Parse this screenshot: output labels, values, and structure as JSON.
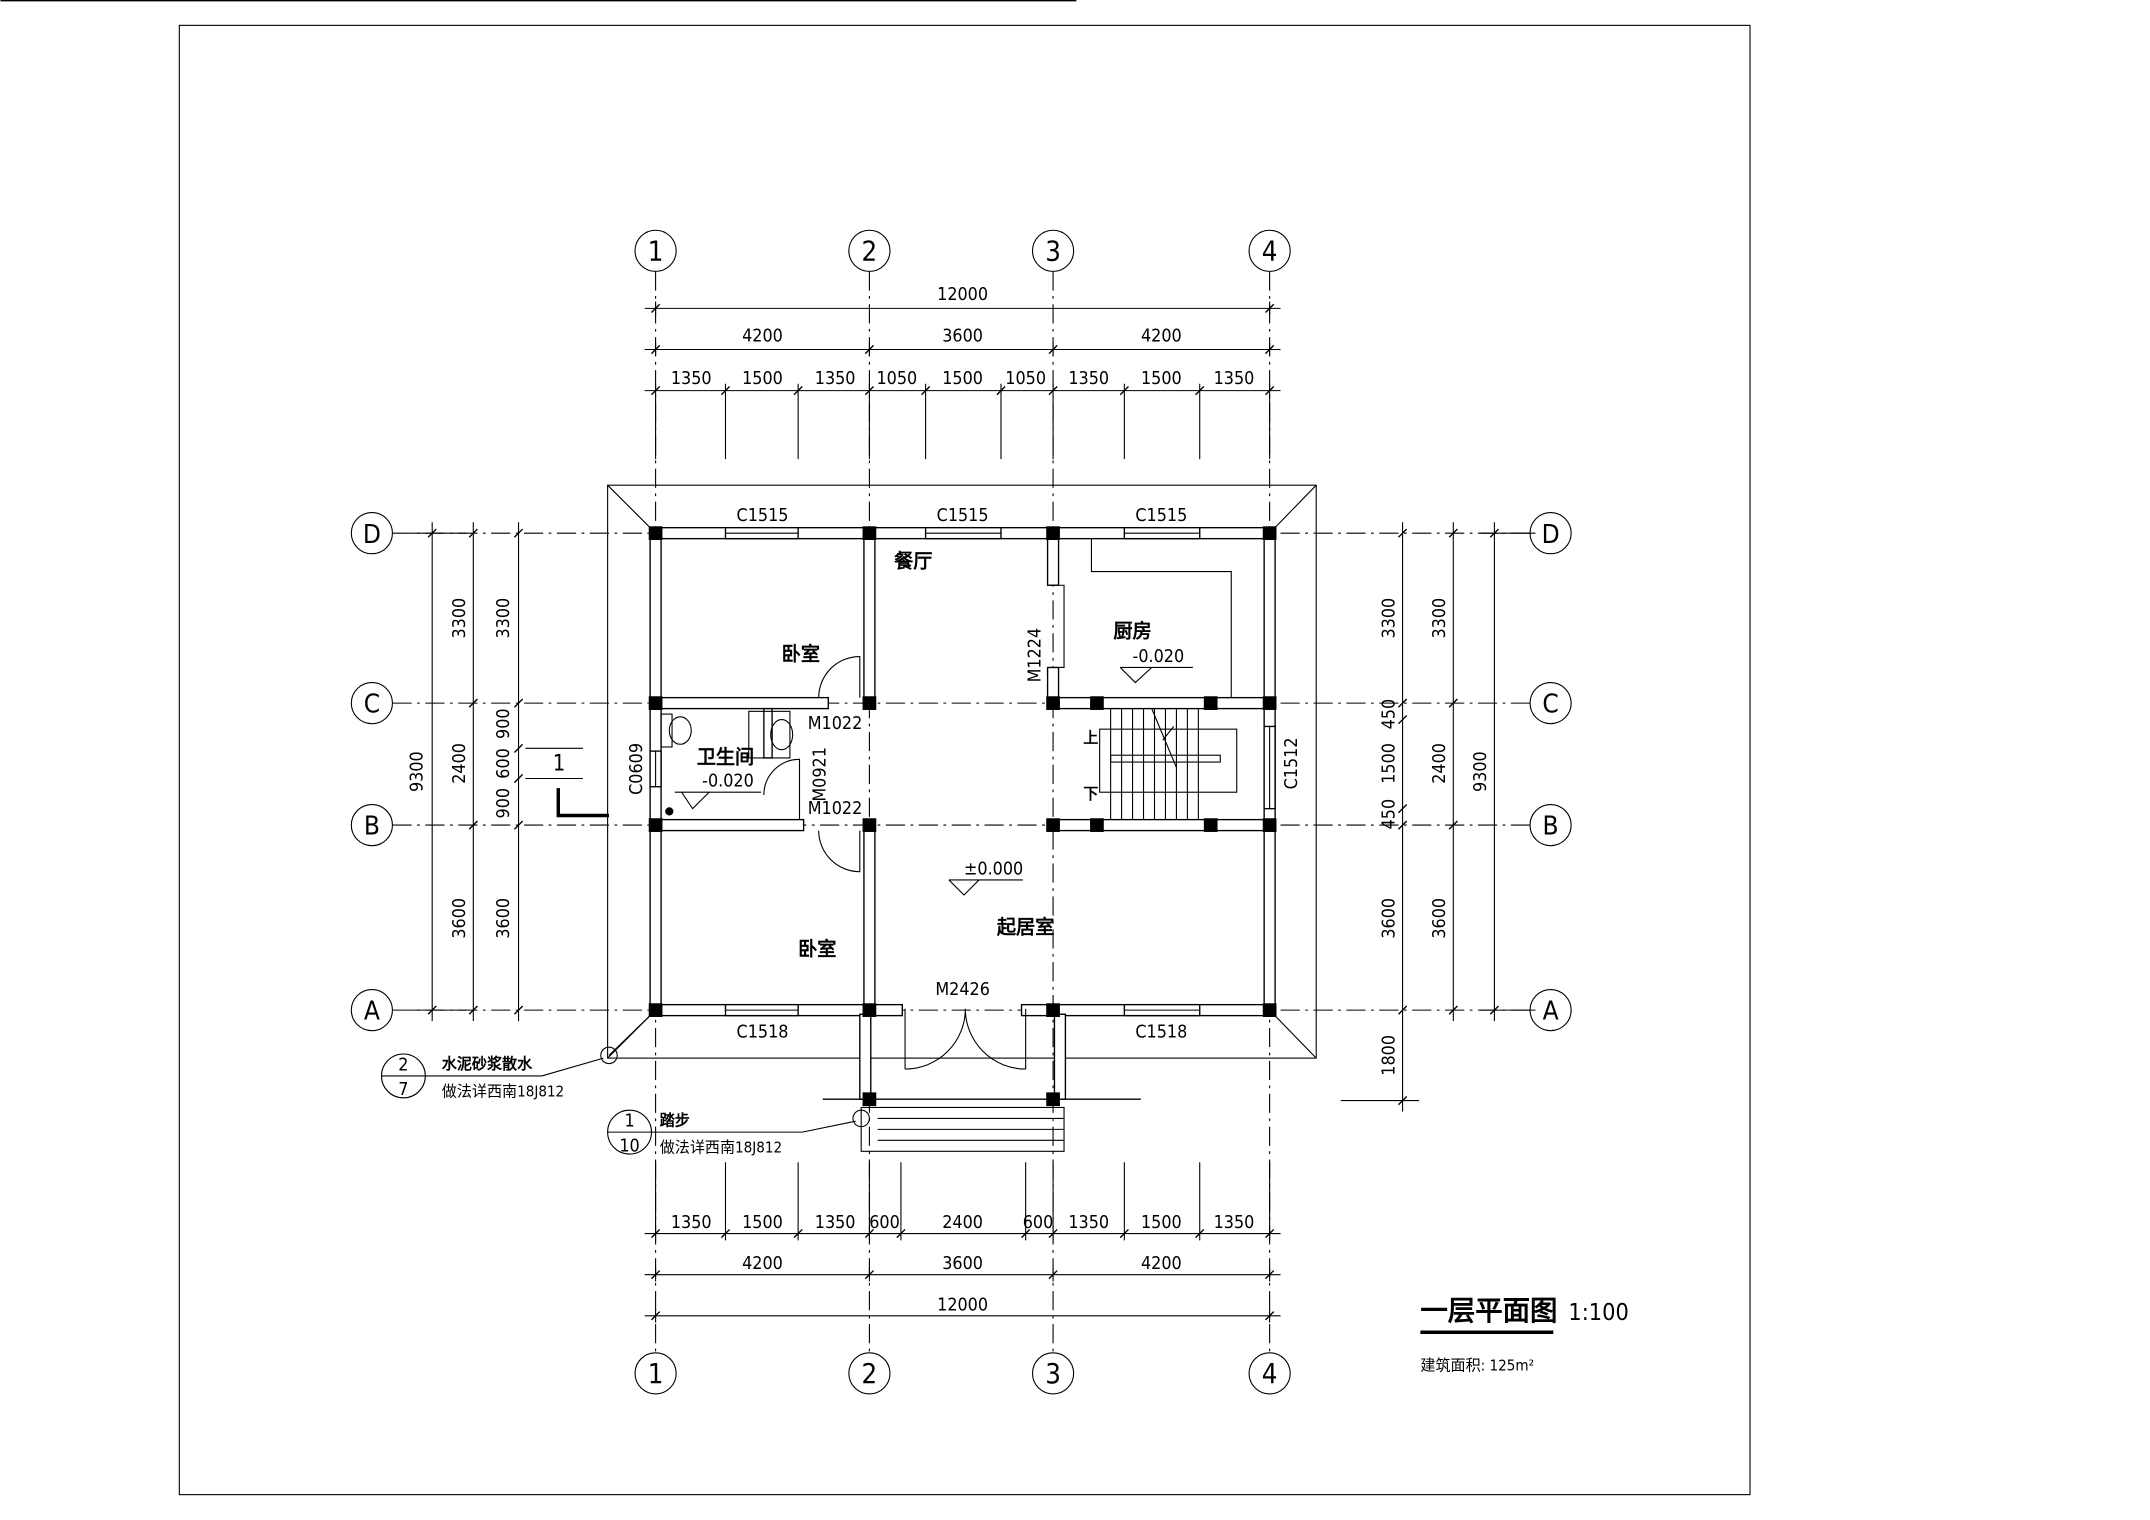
{
  "axes": {
    "cols": [
      "1",
      "2",
      "3",
      "4"
    ],
    "rows": [
      "A",
      "B",
      "C",
      "D"
    ]
  },
  "dims_top": {
    "total": "12000",
    "bays": [
      "4200",
      "3600",
      "4200"
    ],
    "sub": [
      "1350",
      "1500",
      "1350",
      "1050",
      "1500",
      "1050",
      "1350",
      "1500",
      "1350"
    ]
  },
  "dims_bottom": {
    "total": "12000",
    "bays": [
      "4200",
      "3600",
      "4200"
    ],
    "sub": [
      "1350",
      "1500",
      "1350",
      "600",
      "2400",
      "600",
      "1350",
      "1500",
      "1350"
    ]
  },
  "dims_left": {
    "total": "9300",
    "bays": [
      "3300",
      "2400",
      "3600"
    ],
    "inner": [
      "3300",
      "900",
      "600",
      "900",
      "3600"
    ]
  },
  "dims_right": {
    "total": "9300",
    "bays": [
      "3300",
      "2400",
      "3600"
    ],
    "inner": [
      "3300",
      "450",
      "1500",
      "450",
      "3600",
      "1800"
    ]
  },
  "windows": {
    "top": [
      "C1515",
      "C1515",
      "C1515"
    ],
    "bottom": [
      "C1518",
      "C1518"
    ],
    "left": "C0609",
    "right": "C1512"
  },
  "doors": {
    "bedroom1": "M1022",
    "bathroom": "M0921",
    "bedroom2": "M1022",
    "kitchen": "M1224",
    "entry": "M2426"
  },
  "rooms": {
    "dining": "餐厅",
    "bedroom1": "卧室",
    "bathroom": "卫生间",
    "kitchen": "厨房",
    "living": "起居室",
    "bedroom2": "卧室"
  },
  "levels": {
    "bathroom": "-0.020",
    "kitchen": "-0.020",
    "living": "±0.000"
  },
  "stairs": {
    "up": "上",
    "down": "下"
  },
  "section_mark": "1",
  "callouts": [
    {
      "num": "2",
      "sheet": "7",
      "title": "水泥砂浆散水",
      "note": "做法详西南18J812"
    },
    {
      "num": "1",
      "sheet": "10",
      "title": "踏步",
      "note": "做法详西南18J812"
    }
  ],
  "title": {
    "name": "一层平面图",
    "scale": "1:100",
    "area": "建筑面积: 125m²"
  }
}
